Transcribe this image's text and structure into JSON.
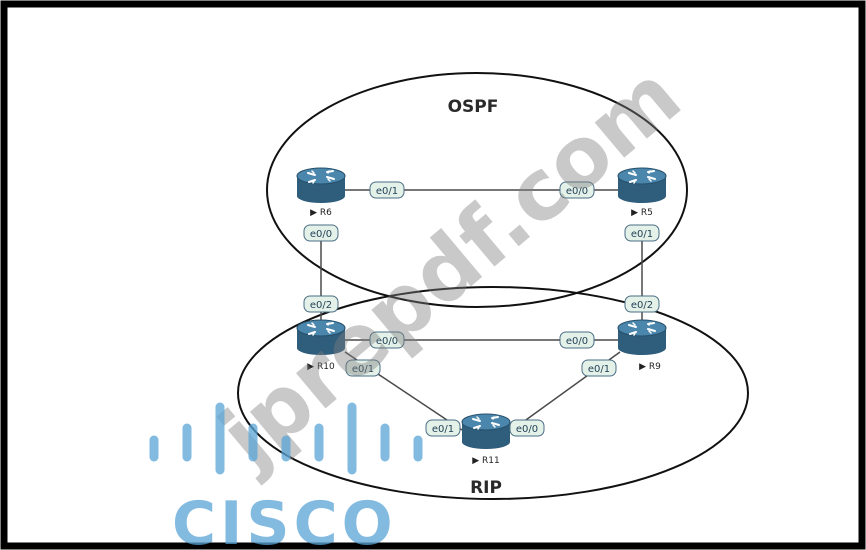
{
  "zones": {
    "ospf": "OSPF",
    "rip": "RIP"
  },
  "routers": {
    "r6": "R6",
    "r5": "R5",
    "r10": "R10",
    "r9": "R9",
    "r11": "R11"
  },
  "interfaces": {
    "r6_to_r5": "e0/1",
    "r5_to_r6": "e0/0",
    "r6_to_r10": "e0/0",
    "r5_to_r9": "e0/1",
    "r10_to_r6": "e0/2",
    "r9_to_r5": "e0/2",
    "r10_to_r9": "e0/0",
    "r9_to_r10": "e0/0",
    "r10_to_r11": "e0/1",
    "r9_to_r11": "e0/1",
    "r11_to_r10": "e0/1",
    "r11_to_r9": "e0/0"
  },
  "watermark": {
    "text": "jprepdf.com",
    "color": "#7f7f7f"
  },
  "brand": {
    "logo_text": "CISCO",
    "color": "#58a3d6"
  },
  "colors": {
    "frame": "#000000",
    "router_body": "#2f5d7c",
    "router_top": "#4b87ad",
    "link": "#4a4a4a",
    "iface_fill": "#e4f1e8",
    "iface_border": "#4a6d84"
  }
}
